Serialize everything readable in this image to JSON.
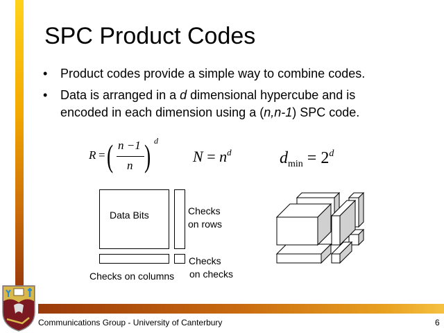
{
  "slide": {
    "title": "SPC Product Codes",
    "bullets": [
      {
        "lines": [
          "Product codes provide a simple way to combine codes."
        ]
      },
      {
        "prefix": "Data is arranged in a ",
        "var": "d",
        "suffix": " dimensional hypercube and is",
        "line2_prefix": "encoded in each dimension using a (",
        "line2_var": "n,n-1",
        "line2_suffix": ") SPC code."
      }
    ],
    "bullet_symbol": "•"
  },
  "formulas": {
    "rate": {
      "lhs": "R",
      "eq": "=",
      "numerator": "n −1",
      "denominator": "n",
      "exponent": "d"
    },
    "length": {
      "lhs": "N",
      "eq": "=",
      "base": "n",
      "exponent": "d"
    },
    "dmin": {
      "lhs": "d",
      "sub": "min",
      "eq": "=",
      "base": "2",
      "exponent": "d"
    }
  },
  "diagram": {
    "data_bits": "Data Bits",
    "checks_on_rows": [
      "Checks",
      "on rows"
    ],
    "checks_on_columns": "Checks on columns",
    "checks_on_checks": [
      "Checks",
      "on checks"
    ]
  },
  "footer": {
    "text": "Communications Group - University of Canterbury",
    "page_number": "6"
  }
}
